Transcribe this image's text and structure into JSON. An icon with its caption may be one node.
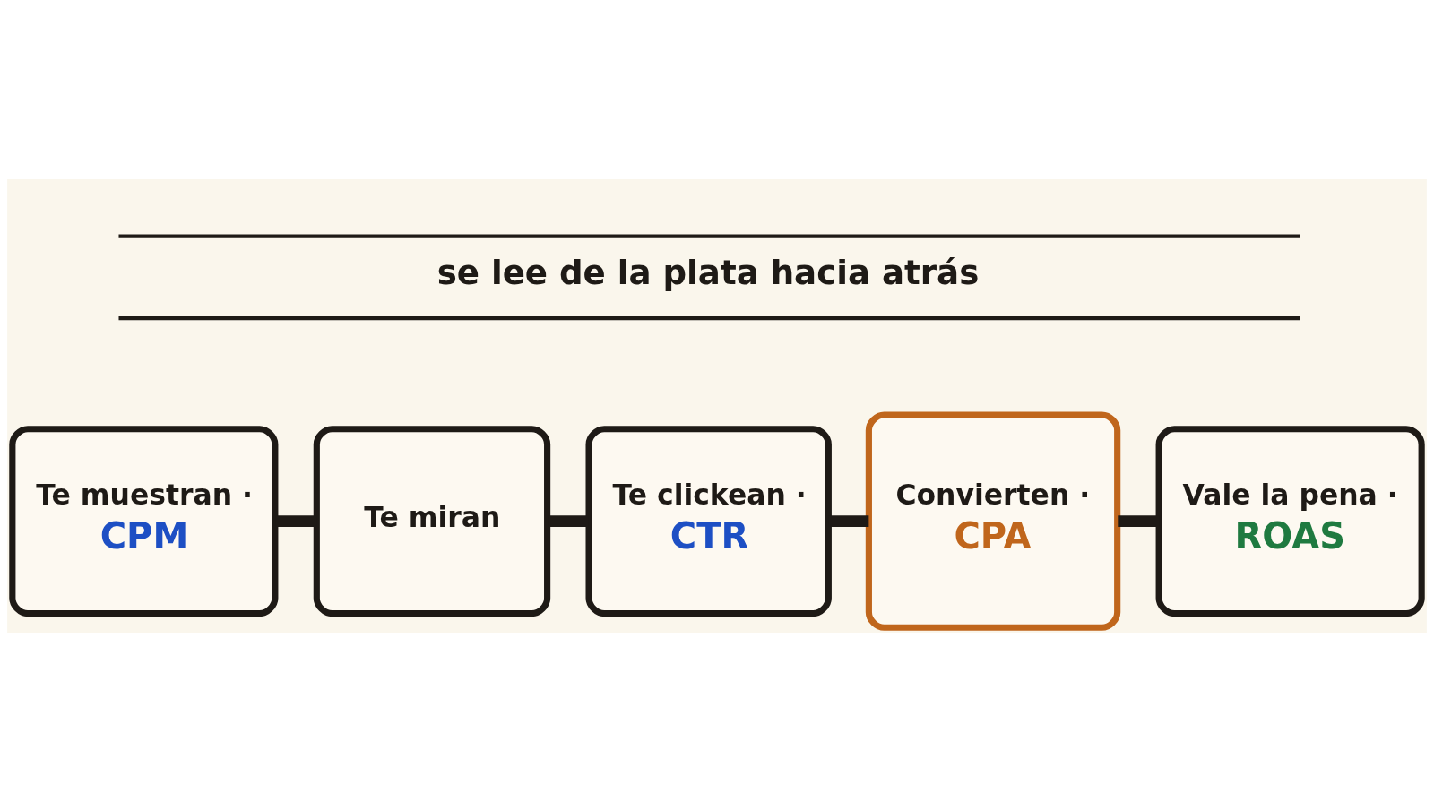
{
  "diagram": {
    "nodes": [
      {
        "text": [
          "Te muestran ·",
          "CPM"
        ]
      },
      {
        "text": [
          "Te miran"
        ]
      },
      {
        "text": [
          "Te clickean ·",
          "CTR"
        ]
      },
      {
        "text": [
          "Convierten ·",
          "CPA"
        ]
      },
      {
        "text": [
          "Vale la pena ·",
          "ROAS"
        ]
      }
    ],
    "edges": [
      {
        "from": 0,
        "to": 1,
        "arrow": "none"
      },
      {
        "from": 1,
        "to": 2,
        "arrow": "none"
      },
      {
        "from": 2,
        "to": 3,
        "arrow": "none"
      },
      {
        "from": 3,
        "to": 4,
        "arrow": "none"
      }
    ],
    "labels": [
      "se lee de la plata hacia atrás"
    ]
  }
}
